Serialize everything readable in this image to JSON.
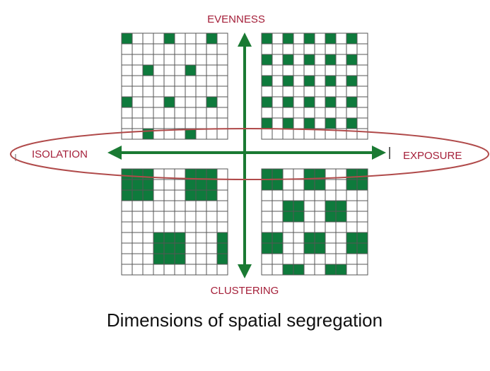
{
  "labels": {
    "evenness": "EVENNESS",
    "clustering": "CLUSTERING",
    "isolation": "ISOLATION",
    "exposure": "EXPOSURE",
    "title": "Dimensions of spatial segregation"
  },
  "colors": {
    "filled_cell": "#0e7a3c",
    "empty_cell": "#ffffff",
    "grid_line": "#555555",
    "axis_arrow": "#1a7a33",
    "ellipse": "#b04a4a",
    "label_text": "#a5203a",
    "title_text": "#111111"
  },
  "grids": [
    {
      "name": "even-isolated",
      "rows": 10,
      "cols": 10,
      "filled": [
        [
          0,
          0
        ],
        [
          0,
          4
        ],
        [
          0,
          8
        ],
        [
          3,
          2
        ],
        [
          3,
          6
        ],
        [
          6,
          0
        ],
        [
          6,
          4
        ],
        [
          6,
          8
        ],
        [
          9,
          2
        ],
        [
          9,
          6
        ]
      ]
    },
    {
      "name": "even-exposed",
      "rows": 10,
      "cols": 10,
      "filled": [
        [
          0,
          0
        ],
        [
          0,
          2
        ],
        [
          0,
          4
        ],
        [
          0,
          6
        ],
        [
          0,
          8
        ],
        [
          2,
          0
        ],
        [
          2,
          2
        ],
        [
          2,
          4
        ],
        [
          2,
          6
        ],
        [
          2,
          8
        ],
        [
          4,
          0
        ],
        [
          4,
          2
        ],
        [
          4,
          4
        ],
        [
          4,
          6
        ],
        [
          4,
          8
        ],
        [
          6,
          0
        ],
        [
          6,
          2
        ],
        [
          6,
          4
        ],
        [
          6,
          6
        ],
        [
          6,
          8
        ],
        [
          8,
          0
        ],
        [
          8,
          2
        ],
        [
          8,
          4
        ],
        [
          8,
          6
        ],
        [
          8,
          8
        ]
      ]
    },
    {
      "name": "clustered-isolated",
      "rows": 10,
      "cols": 10,
      "filled": [
        [
          0,
          0
        ],
        [
          0,
          1
        ],
        [
          0,
          2
        ],
        [
          0,
          6
        ],
        [
          0,
          7
        ],
        [
          0,
          8
        ],
        [
          1,
          0
        ],
        [
          1,
          1
        ],
        [
          1,
          2
        ],
        [
          1,
          6
        ],
        [
          1,
          7
        ],
        [
          1,
          8
        ],
        [
          2,
          0
        ],
        [
          2,
          1
        ],
        [
          2,
          2
        ],
        [
          2,
          6
        ],
        [
          2,
          7
        ],
        [
          2,
          8
        ],
        [
          6,
          3
        ],
        [
          6,
          4
        ],
        [
          6,
          5
        ],
        [
          6,
          9
        ],
        [
          7,
          3
        ],
        [
          7,
          4
        ],
        [
          7,
          5
        ],
        [
          7,
          9
        ],
        [
          8,
          3
        ],
        [
          8,
          4
        ],
        [
          8,
          5
        ],
        [
          8,
          9
        ]
      ]
    },
    {
      "name": "clustered-exposed",
      "rows": 10,
      "cols": 10,
      "filled": [
        [
          0,
          0
        ],
        [
          0,
          1
        ],
        [
          0,
          4
        ],
        [
          0,
          5
        ],
        [
          0,
          8
        ],
        [
          0,
          9
        ],
        [
          1,
          0
        ],
        [
          1,
          1
        ],
        [
          1,
          4
        ],
        [
          1,
          5
        ],
        [
          1,
          8
        ],
        [
          1,
          9
        ],
        [
          3,
          2
        ],
        [
          3,
          3
        ],
        [
          3,
          6
        ],
        [
          3,
          7
        ],
        [
          4,
          2
        ],
        [
          4,
          3
        ],
        [
          4,
          6
        ],
        [
          4,
          7
        ],
        [
          6,
          0
        ],
        [
          6,
          1
        ],
        [
          6,
          4
        ],
        [
          6,
          5
        ],
        [
          6,
          8
        ],
        [
          6,
          9
        ],
        [
          7,
          0
        ],
        [
          7,
          1
        ],
        [
          7,
          4
        ],
        [
          7,
          5
        ],
        [
          7,
          8
        ],
        [
          7,
          9
        ],
        [
          9,
          2
        ],
        [
          9,
          3
        ],
        [
          9,
          6
        ],
        [
          9,
          7
        ]
      ]
    }
  ]
}
